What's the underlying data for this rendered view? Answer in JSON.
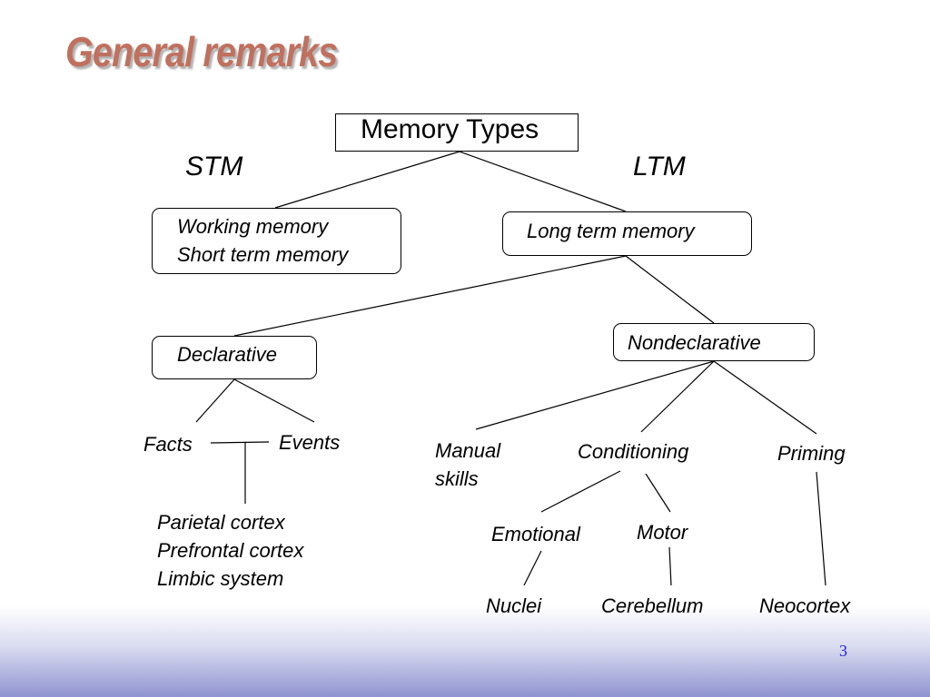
{
  "slide": {
    "title": "General remarks",
    "page_number": "3"
  },
  "diagram": {
    "root": "Memory Types",
    "stm_label": "STM",
    "ltm_label": "LTM",
    "stm_box": {
      "line1": "Working memory",
      "line2": "Short term memory"
    },
    "ltm_box": "Long term memory",
    "declarative": "Declarative",
    "nondeclarative": "Nondeclarative",
    "facts": "Facts",
    "events": "Events",
    "brain_areas": {
      "line1": "Parietal cortex",
      "line2": "Prefrontal cortex",
      "line3": "Limbic system"
    },
    "manual_skills": {
      "line1": "Manual",
      "line2": "skills"
    },
    "conditioning": "Conditioning",
    "priming": "Priming",
    "emotional": "Emotional",
    "motor": "Motor",
    "nuclei": "Nuclei",
    "cerebellum": "Cerebellum",
    "neocortex": "Neocortex"
  }
}
